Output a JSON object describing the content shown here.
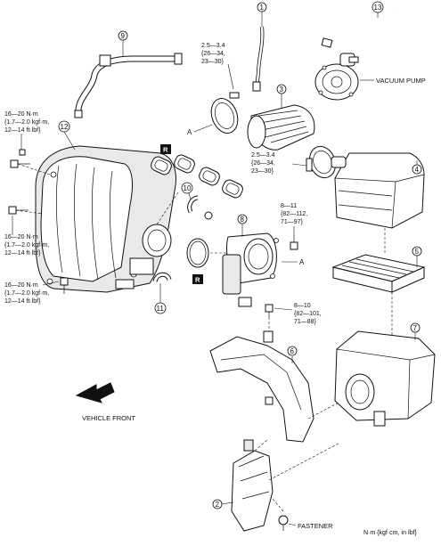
{
  "part_numbers": [
    "1",
    "2",
    "3",
    "4",
    "5",
    "6",
    "7",
    "8",
    "9",
    "10",
    "11",
    "12",
    "13"
  ],
  "torque_a": [
    "2.5—3.4",
    "{26—34,",
    "23—30}"
  ],
  "torque_b": [
    "2.5—3.4",
    "{26—34,",
    "23—30}"
  ],
  "torque_c": [
    "8—11",
    "{82—112,",
    "71—97}"
  ],
  "torque_d": [
    "8—10",
    "{82—101,",
    "71—88}"
  ],
  "torque_e": [
    "16—20 N·m",
    "{1.7—2.0 kgf·m,",
    "12—14 ft·lbf}"
  ],
  "torque_f": [
    "16—20 N·m",
    "{1.7—2.0 kgf·m,",
    "12—14 ft·lbf}"
  ],
  "torque_g": [
    "16—20 N·m",
    "{1.7—2.0 kgf·m,",
    "12—14 ft·lbf}"
  ],
  "ref_a": "A",
  "replace_mark": "R",
  "labels": {
    "vacuum_pump": "VACUUM PUMP",
    "vehicle_front": "VEHICLE FRONT",
    "fastener": "FASTENER",
    "units": "N·m {kgf·cm, in·lbf}"
  }
}
